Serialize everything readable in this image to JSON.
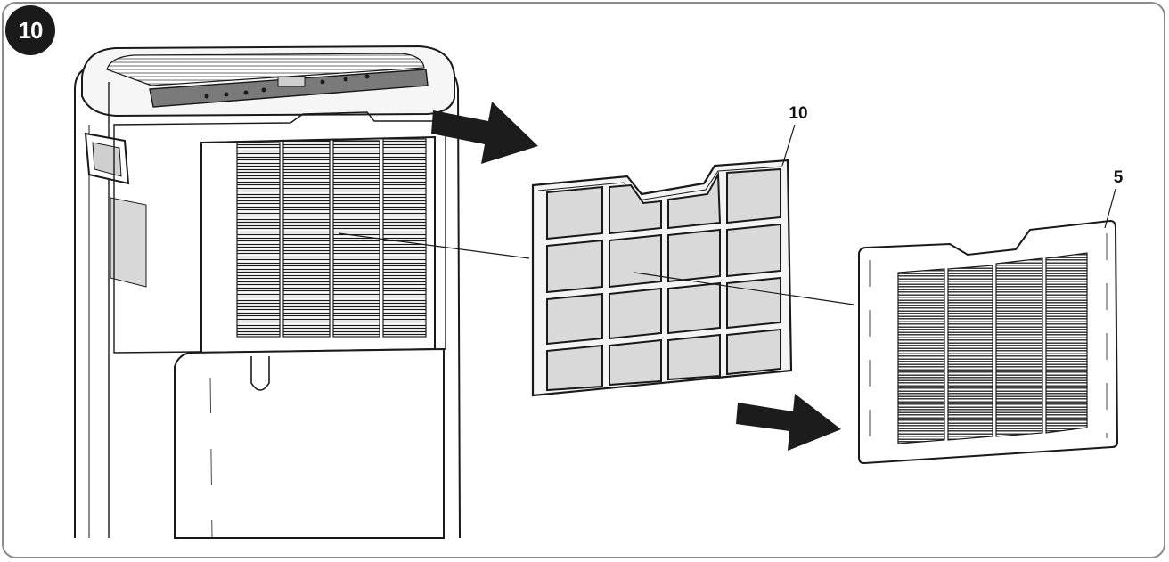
{
  "figure": {
    "step_number": "10",
    "callouts": {
      "filter": "10",
      "front_grille": "5"
    }
  },
  "colors": {
    "outline": "#1a1a1a",
    "arrow": "#1c1c1c",
    "filter_mesh": "#d9d9d9",
    "filter_frame": "#f4f4f4",
    "panel_shade": "#e6e6e6",
    "frame_border": "#8c8c8c"
  },
  "icons": {
    "removal_arrow": "arrow-right-icon"
  }
}
